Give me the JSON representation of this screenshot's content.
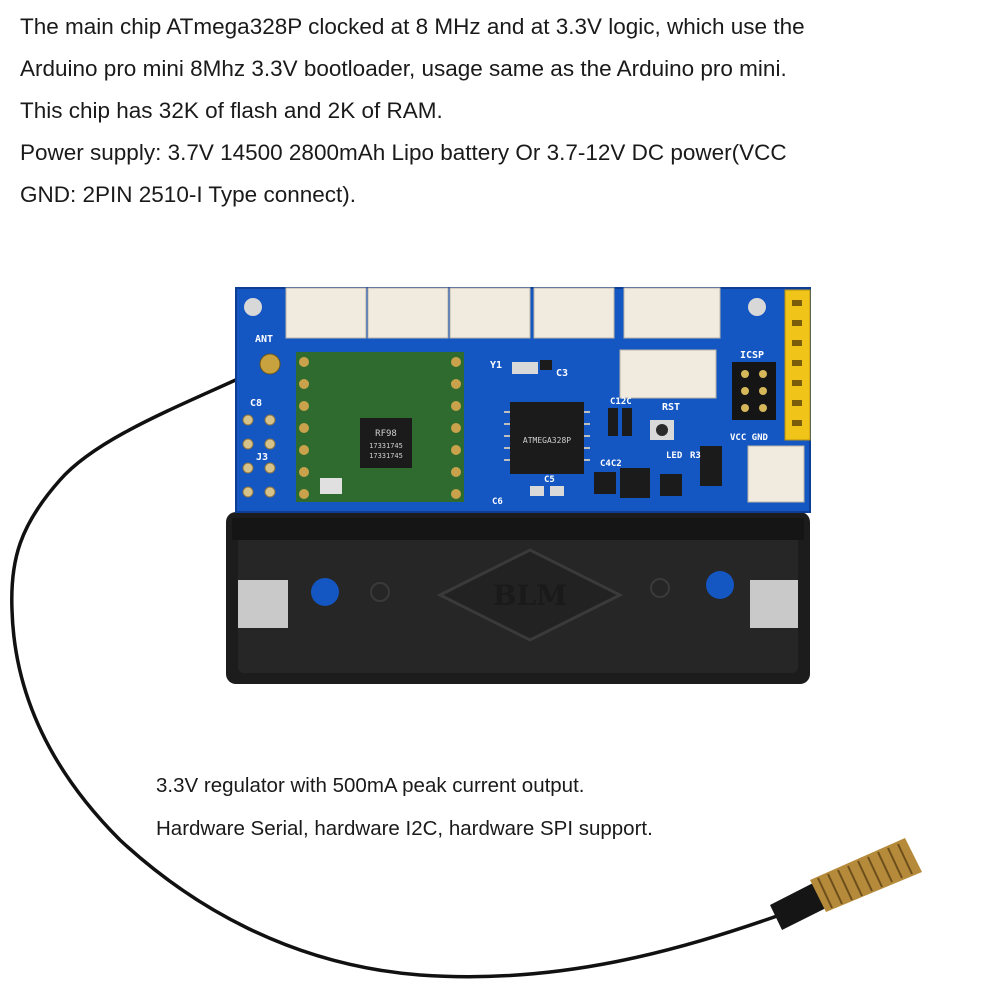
{
  "description_top": [
    "The main chip ATmega328P clocked at 8 MHz and at 3.3V logic, which use the",
    "Arduino pro mini 8Mhz 3.3V bootloader, usage same as the Arduino pro mini.",
    "This chip has 32K of flash and 2K of RAM.",
    "Power supply: 3.7V 14500 2800mAh Lipo battery Or 3.7-12V DC power(VCC",
    "GND: 2PIN 2510-I Type connect)."
  ],
  "description_bottom": [
    "3.3V regulator with 500mA peak current output.",
    "Hardware Serial, hardware I2C, hardware SPI support."
  ],
  "board": {
    "silkscreen": {
      "ant": "ANT",
      "icsp": "ICSP",
      "rst": "RST",
      "vcc_gnd": "VCC GND",
      "j3": "J3",
      "c8": "C8",
      "y1": "Y1",
      "c3": "C3",
      "led": "LED",
      "r3": "R3",
      "c4c2": "C4C2",
      "c12c": "C12C",
      "c5": "C5",
      "c6": "C6"
    },
    "radio_module": {
      "line1": "RF98",
      "line2": "17331745",
      "line3": "17331745"
    },
    "mcu_label": "ATMEGA328P",
    "holder_logo": "BLM"
  },
  "colors": {
    "pcb": "#1456c2",
    "pcb_dark": "#0d3e93",
    "connector": "#f1ebdf",
    "header": "#f0c419",
    "holder": "#1c1c1c",
    "module": "#2f6b2f",
    "antenna_spring": "#b58a3a"
  }
}
